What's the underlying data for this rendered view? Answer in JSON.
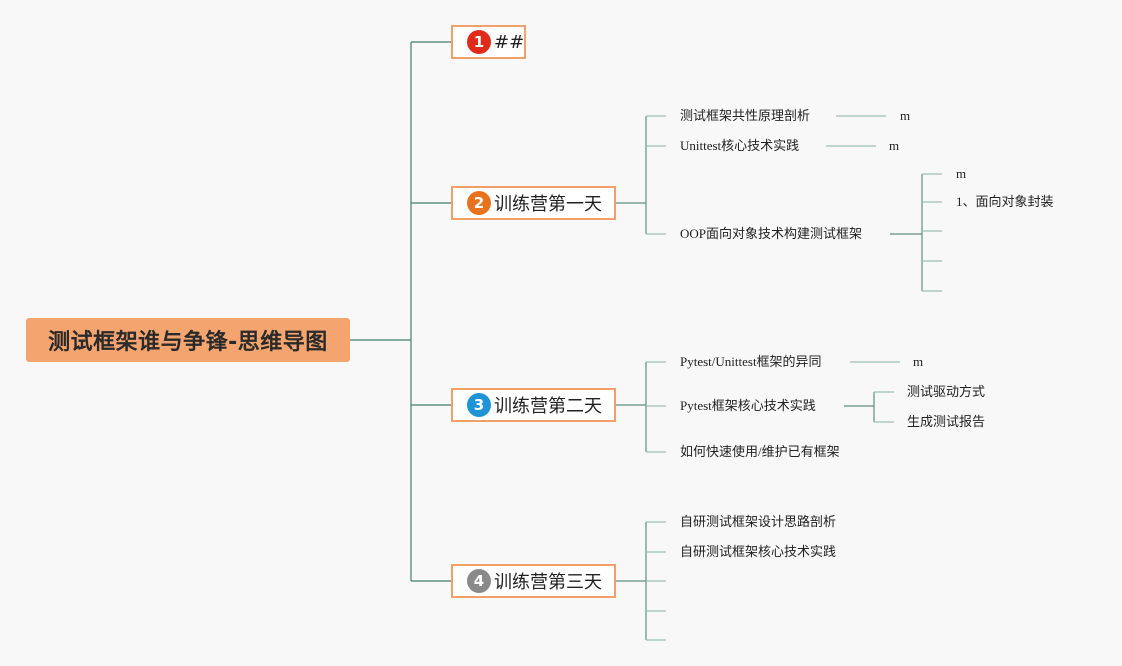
{
  "root": {
    "label": "测试框架谁与争锋-思维导图"
  },
  "branches": [
    {
      "badge": "1",
      "badge_color": "#e02b1c",
      "label": "##"
    },
    {
      "badge": "2",
      "badge_color": "#e8731f",
      "label": "训练营第一天",
      "children": [
        {
          "label": "测试框架共性原理剖析",
          "leaf": "m"
        },
        {
          "label": "Unittest核心技术实践",
          "leaf": "m"
        },
        {
          "label": "OOP面向对象技术构建测试框架",
          "subs": [
            "m",
            "1、面向对象封装",
            "",
            "",
            ""
          ]
        }
      ]
    },
    {
      "badge": "3",
      "badge_color": "#1e93d6",
      "label": "训练营第二天",
      "children": [
        {
          "label": "Pytest/Unittest框架的异同",
          "leaf": "m"
        },
        {
          "label": "Pytest框架核心技术实践",
          "subs": [
            "测试驱动方式",
            "生成测试报告"
          ]
        },
        {
          "label": "如何快速使用/维护已有框架"
        }
      ]
    },
    {
      "badge": "4",
      "badge_color": "#8a8a8a",
      "label": "训练营第三天",
      "children": [
        {
          "label": "自研测试框架设计思路剖析"
        },
        {
          "label": "自研测试框架核心技术实践"
        },
        {
          "label": ""
        },
        {
          "label": ""
        },
        {
          "label": ""
        }
      ]
    }
  ]
}
